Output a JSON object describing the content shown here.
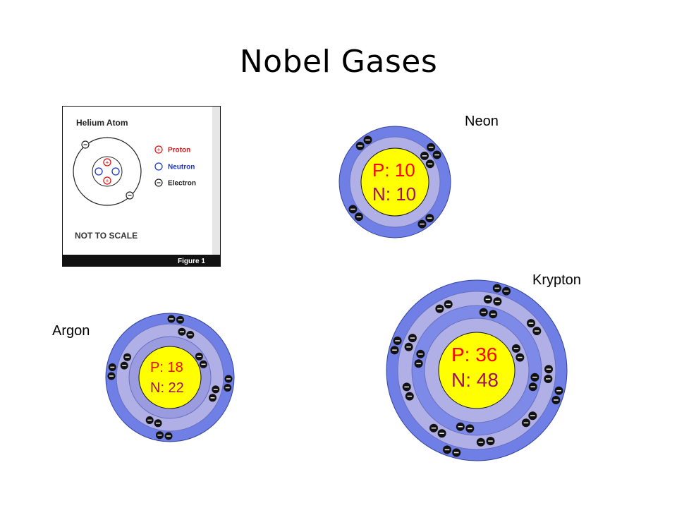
{
  "slide": {
    "title": "Nobel Gases"
  },
  "helium_figure": {
    "title": "Helium Atom",
    "legend": [
      {
        "symbol": "+",
        "label": "Proton",
        "color": "#dd1111"
      },
      {
        "symbol": "",
        "label": "Neutron",
        "color": "#1a33cc"
      },
      {
        "symbol": "−",
        "label": "Electron",
        "color": "#222222"
      }
    ],
    "note": "NOT TO SCALE",
    "caption": "Figure 1",
    "protons": 2,
    "neutrons": 2,
    "electrons": 2
  },
  "atoms": [
    {
      "id": "neon",
      "name": "Neon",
      "protons_text": "P: 10",
      "neutrons_text": "N: 10",
      "shells": [
        2,
        8
      ]
    },
    {
      "id": "argon",
      "name": "Argon",
      "protons_text": "P: 18",
      "neutrons_text": "N: 22",
      "shells": [
        2,
        8,
        8
      ]
    },
    {
      "id": "krypton",
      "name": "Krypton",
      "protons_text": "P: 36",
      "neutrons_text": "N: 48",
      "shells": [
        2,
        8,
        18,
        8
      ]
    }
  ],
  "colors": {
    "nucleus": "#ffff00",
    "outer_ring": "#6f7fe6",
    "inner_ring": "#b0b0e6",
    "proton_text": "#ff0000",
    "neutron_text": "#a0105f",
    "electron": "#e4e4e4"
  }
}
